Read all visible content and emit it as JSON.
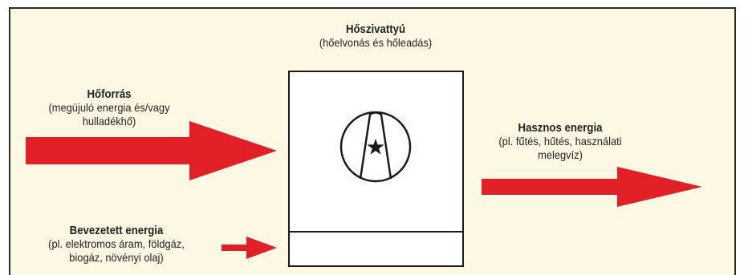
{
  "heat_pump": {
    "title": "Hőszivattyú",
    "subtitle": "(hőelvonás és hőleadás)"
  },
  "heat_source": {
    "title": "Hőforrás",
    "line1": "(megújuló energia és/vagy",
    "line2": "hulladékhő)"
  },
  "useful_energy": {
    "title": "Hasznos energia",
    "line1": "(pl. fűtés, hűtés, használati",
    "line2": "melegvíz)"
  },
  "input_energy": {
    "title": "Bevezetett energia",
    "line1": "(pl. elektromos áram, földgáz,",
    "line2": "biogáz, növényi olaj)"
  },
  "colors": {
    "background": "#fcf8e3",
    "arrow": "#e01f26",
    "line": "#1a1a1a"
  },
  "icons": {
    "compressor": "compressor-symbol-icon"
  }
}
